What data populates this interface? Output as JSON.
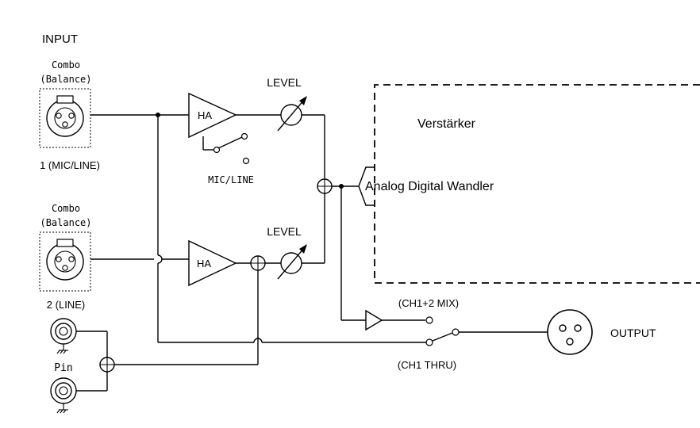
{
  "labels": {
    "input": "INPUT",
    "combo1": "Combo",
    "balance1": "(Balance)",
    "ch1": "1 (MIC/LINE)",
    "combo2": "Combo",
    "balance2": "(Balance)",
    "ch2": "2 (LINE)",
    "pin": "Pin",
    "ha1": "HA",
    "ha2": "HA",
    "level1": "LEVEL",
    "level2": "LEVEL",
    "micline": "MIC/LINE",
    "verstaerker": "Verstärker",
    "adc": "Analog Digital Wandler",
    "mix": "(CH1+2 MIX)",
    "thru": "(CH1 THRU)",
    "output": "OUTPUT"
  },
  "colors": {
    "line": "#000000",
    "background": "#ffffff"
  }
}
